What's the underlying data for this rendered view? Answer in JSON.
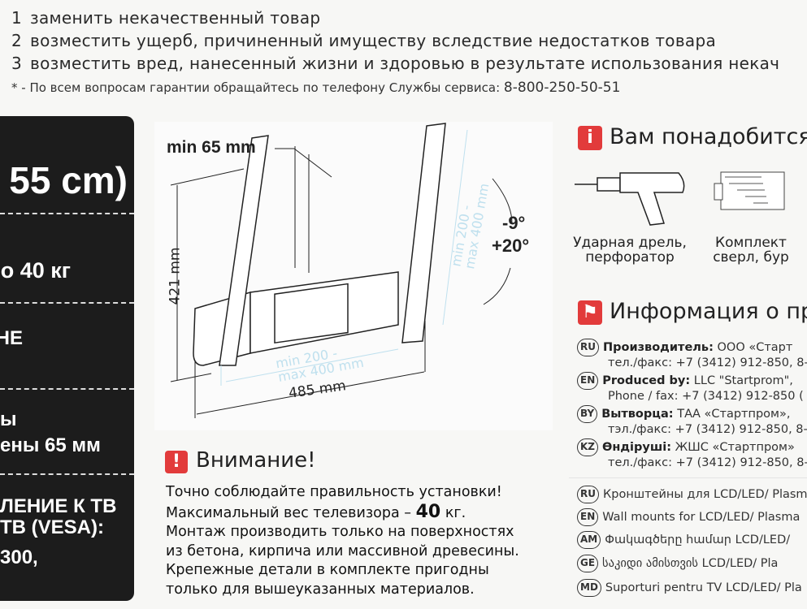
{
  "guarantee": {
    "items": [
      {
        "n": "1",
        "text": "заменить некачественный товар"
      },
      {
        "n": "2",
        "text": "возместить ущерб, причиненный имуществу вследствие недостатков товара"
      },
      {
        "n": "3",
        "text": "возместить вред, нанесенный жизни и здоровью в результате использования некач"
      }
    ],
    "note": "* - По всем вопросам гарантии обращайтесь по телефону Службы сервиса:",
    "phone": "8-800-250-50-51"
  },
  "specs_panel": {
    "size": "55 cm)",
    "weight": "о 40 кг",
    "type": "НЕ",
    "distance_1": "ы",
    "distance_2": "ены 65 мм",
    "vesa_1": "ЛЕНИЕ К ТВ",
    "vesa_2": "ТВ (VESA):",
    "vesa_3": "300,"
  },
  "diagram": {
    "min_distance": "min 65 mm",
    "height": "421 mm",
    "width": "485 mm",
    "vesa_h_1": "min 200 -",
    "vesa_h_2": "max 400 mm",
    "vesa_v_1": "min 200 -",
    "vesa_v_2": "max 400 mm",
    "tilt_1": "-9°",
    "tilt_2": "+20°"
  },
  "warning": {
    "title": "Внимание!",
    "line1": "Точно соблюдайте правильность установки!",
    "line2_a": "Максимальный вес телевизора –",
    "line2_b": "40",
    "line2_c": "кг.",
    "line3": "Монтаж производить только на поверхностях",
    "line4": "из бетона, кирпича или массивной древесины.",
    "line5": "Крепежные детали в комплекте пригодны",
    "line6": "только для вышеуказанных материалов."
  },
  "tools": {
    "title": "Вам понадобится",
    "items": [
      {
        "l1": "Ударная дрель,",
        "l2": "перфоратор"
      },
      {
        "l1": "Комплект",
        "l2": "сверл, бур"
      }
    ]
  },
  "info": {
    "title": "Информация о пр",
    "producers": [
      {
        "code": "RU",
        "label": "Производитель:",
        "value": "ООО «Старт",
        "line2": "тел./факс: +7 (3412) 912-850, 8-"
      },
      {
        "code": "EN",
        "label": "Produced by:",
        "value": "LLC \"Startprom\",",
        "line2": "Phone / fax: +7 (3412) 912-850 ("
      },
      {
        "code": "BY",
        "label": "Вытворца:",
        "value": "ТАА «Стартпром»,",
        "line2": "тэл./факс: +7 (3412) 912-850, 8-"
      },
      {
        "code": "KZ",
        "label": "Өндіруші:",
        "value": "ЖШС «Стартпром»",
        "line2": "тел./факс: +7 (3412) 912-850, 8-"
      }
    ],
    "products": [
      {
        "code": "RU",
        "text": "Кронштейны для LCD/LED/ Plasm"
      },
      {
        "code": "EN",
        "text": "Wall mounts for LCD/LED/ Plasma"
      },
      {
        "code": "AM",
        "text": "Փակագծերը համար LCD/LED/"
      },
      {
        "code": "GE",
        "text": "საკიდი ამისთვის LCD/LED/ Pla"
      },
      {
        "code": "MD",
        "text": "Suporturi pentru TV LCD/LED/ Pla"
      }
    ]
  },
  "colors": {
    "accent": "#e23b3b",
    "panel": "#1c1c1c",
    "dimension_blue": "#bfe0ee"
  }
}
